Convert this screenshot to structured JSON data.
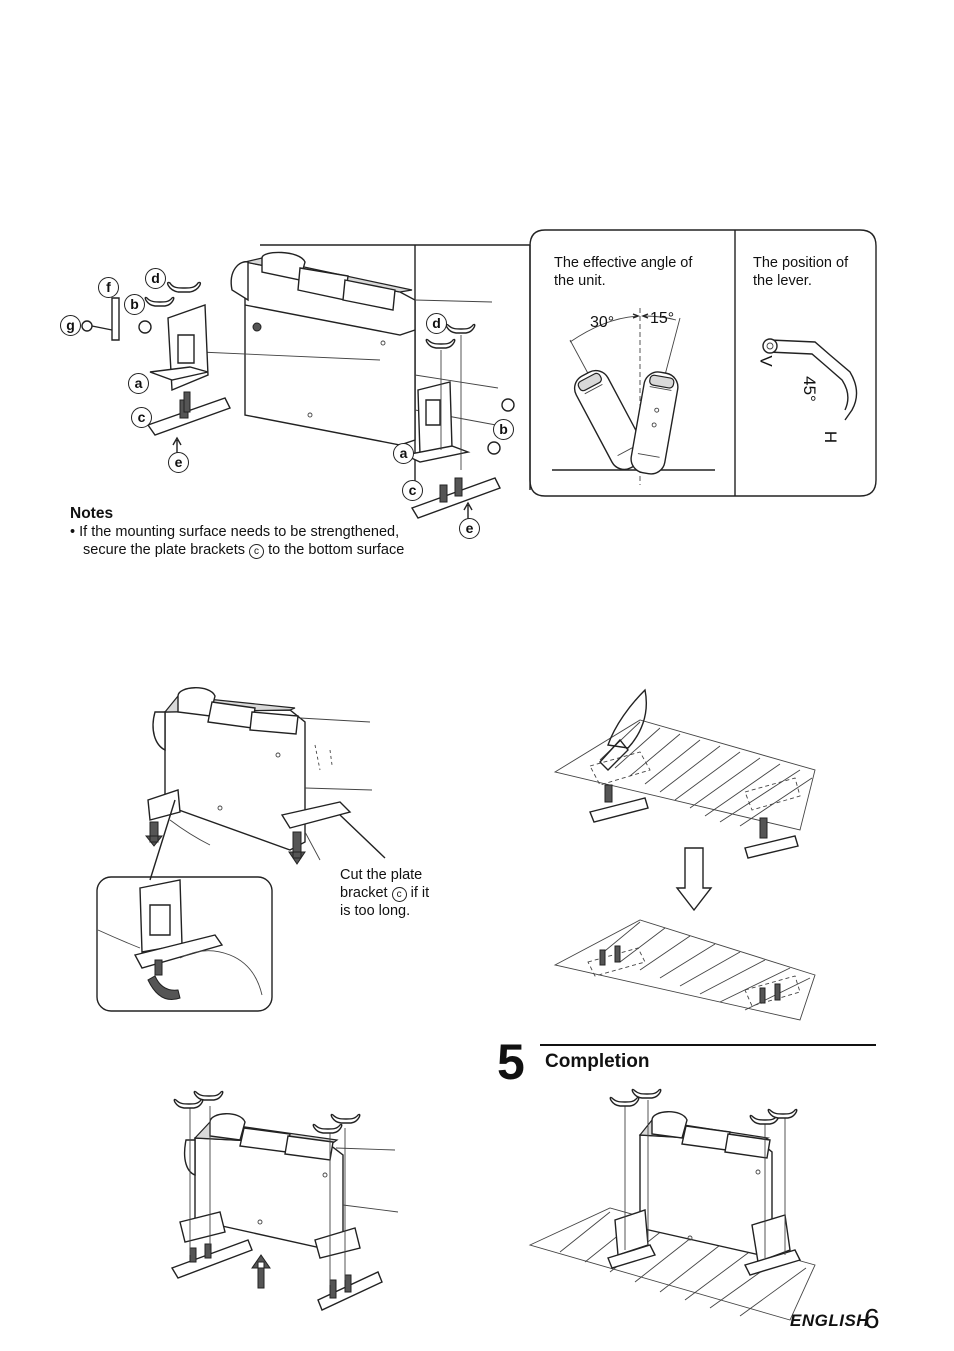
{
  "angle_panel": {
    "title_line1": "The effective angle of",
    "title_line2": "the unit.",
    "angle_left": "30°",
    "angle_right": "15°"
  },
  "lever_panel": {
    "title_line1": "The position of",
    "title_line2": "the lever.",
    "label_v": "V",
    "label_deg": "45°",
    "label_h": "H"
  },
  "part_labels": {
    "a": "a",
    "b": "b",
    "c": "c",
    "d": "d",
    "e": "e",
    "f": "f",
    "g": "g"
  },
  "notes": {
    "title": "Notes",
    "bullet": "•",
    "line1": "If the mounting surface needs to be strengthened,",
    "line2_pre": "secure the plate brackets",
    "line2_ref": "c",
    "line2_post": "to the bottom surface"
  },
  "cut_note": {
    "line1": "Cut the plate",
    "line2_pre": "bracket",
    "line2_ref": "c",
    "line2_post": "if it",
    "line3": "is too long."
  },
  "step5": {
    "number": "5",
    "title": "Completion"
  },
  "footer": {
    "language": "ENGLISH",
    "page": "6"
  }
}
